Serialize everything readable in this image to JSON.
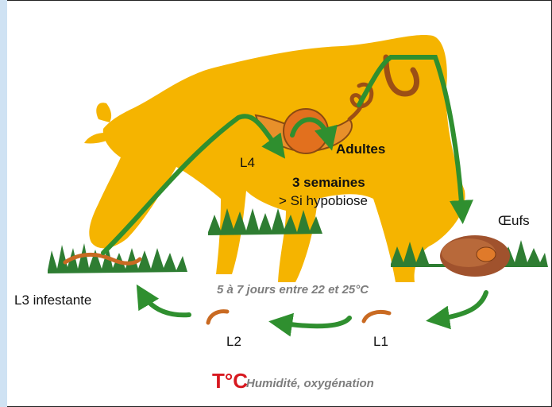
{
  "labels": {
    "adults": "Adultes",
    "l4": "L4",
    "weeks": "3 semaines",
    "hypobiosis": "> Si hypobiose",
    "eggs": "Œufs",
    "l3": "L3 infestante",
    "l2": "L2",
    "l1": "L1",
    "duration": "5 à 7 jours entre 22 et 25°C",
    "temperature": "T°C",
    "conditions": "Humidité, oxygénation"
  },
  "colors": {
    "cow": "#f5b400",
    "stomach": "#e2701e",
    "arrow": "#2f8f2f",
    "grass": "#2e7d32",
    "dung": "#a0522d",
    "larva": "#c96a22",
    "temperature": "#d71920",
    "muted_text": "#7d7d7d",
    "side_band": "#cfe2f3"
  },
  "icons": [
    "cow-silhouette",
    "abomasum",
    "grass-tuft",
    "dung-pat",
    "larva",
    "cycle-arrow"
  ]
}
